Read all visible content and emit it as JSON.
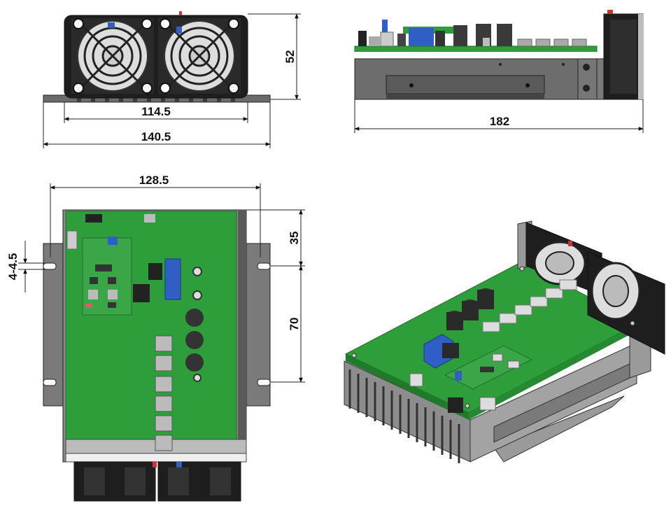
{
  "dimensions": {
    "front_height": "52",
    "front_inner_width": "114.5",
    "front_outer_width": "140.5",
    "side_length": "182",
    "top_width": "128.5",
    "top_offset": "35",
    "top_spacing": "70",
    "hole_size": "4-4.5"
  },
  "colors": {
    "pcb_green": "#2e9e3a",
    "pcb_dark": "#1f7a2a",
    "metal": "#8a8a8a",
    "metal_dark": "#5a5a5a",
    "fan_black": "#1e1e1e",
    "component_blue": "#2f5fc4",
    "component_gray": "#b9b9b9"
  }
}
